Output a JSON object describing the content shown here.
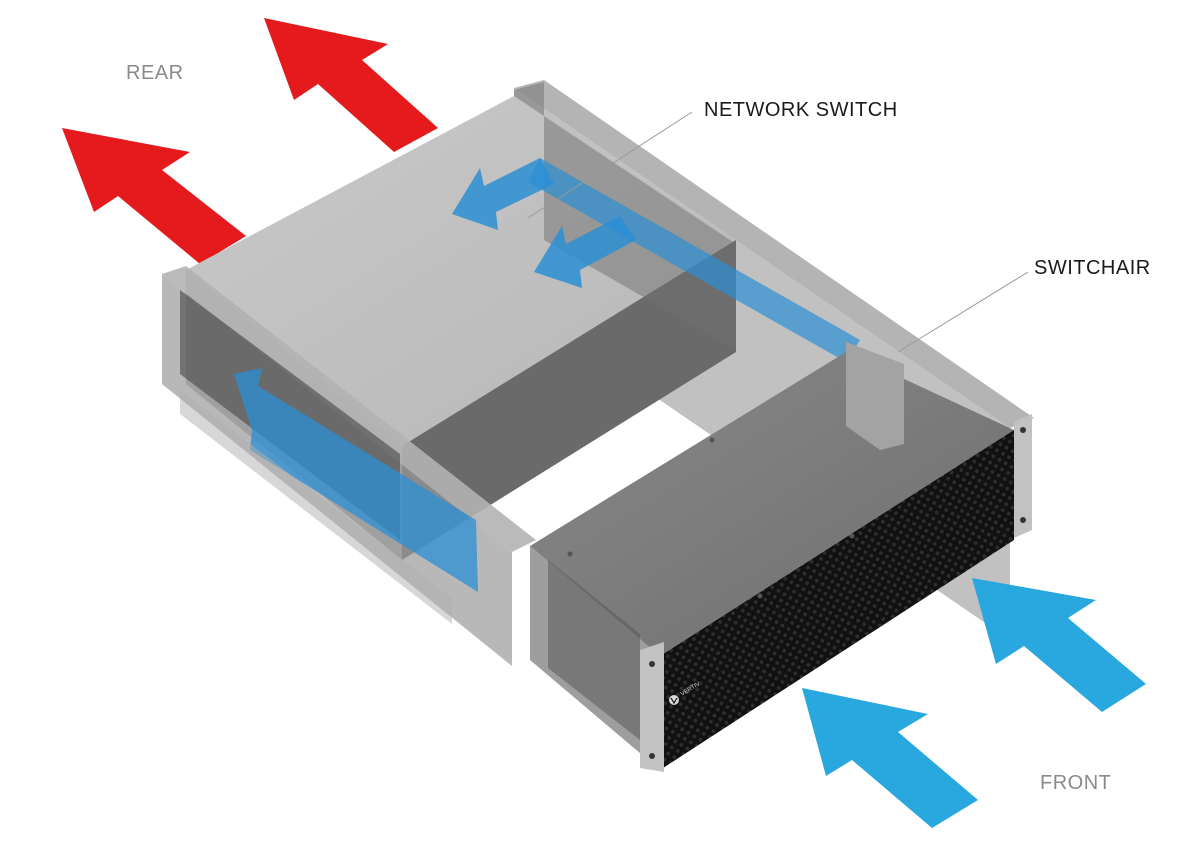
{
  "labels": {
    "rear": "REAR",
    "front": "FRONT",
    "network_switch": "NETWORK SWITCH",
    "switchair": "SWITCHAIR",
    "brand": "VERTIV"
  },
  "colors": {
    "exhaust_arrow": "#e41a1c",
    "intake_arrow": "#29a8e0",
    "internal_airflow": "#2b8fd4",
    "frame_grey": "#9b9b9b",
    "switch_top": "#bfbfbf",
    "unit_front": "#1c1c1c",
    "label_dark": "#1a1a1a",
    "label_grey": "#8a8a8a"
  },
  "icons": [
    "rear-exhaust-arrow",
    "front-intake-arrow",
    "internal-airflow-arrow",
    "vertiv-logo-icon"
  ]
}
